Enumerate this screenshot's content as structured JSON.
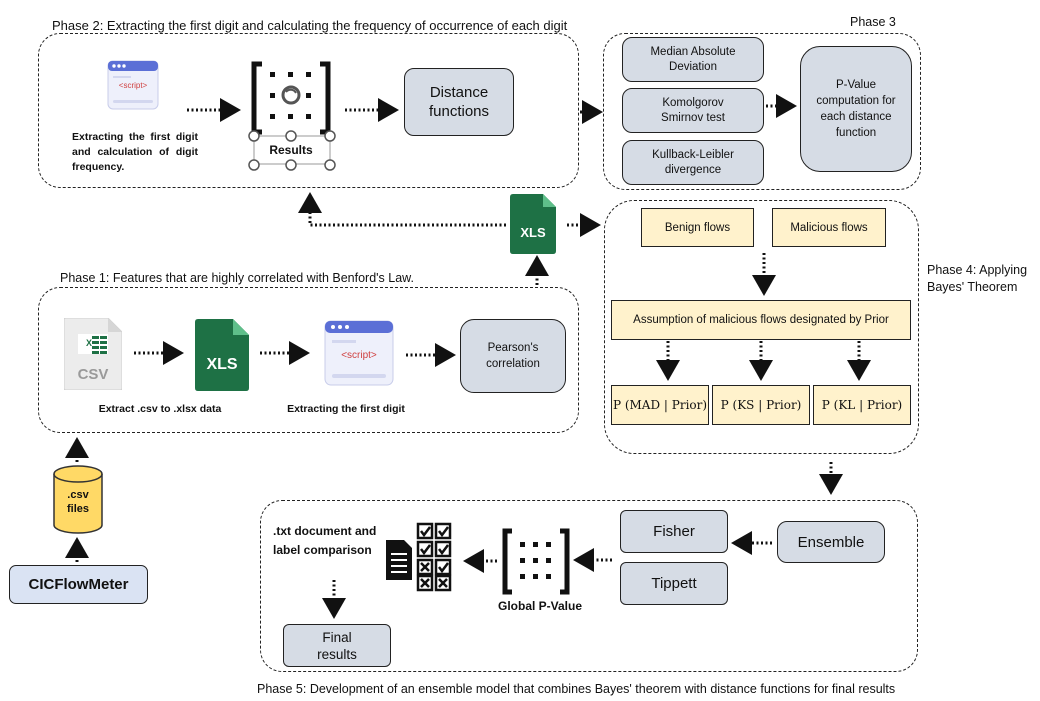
{
  "phase1": {
    "title": "Phase 1: Features that are highly correlated with Benford's Law.",
    "csv_icon_text": "CSV",
    "xls_icon_text": "XLS",
    "script_icon_text": "<script>",
    "caption_extract": "Extract .csv to .xlsx data",
    "caption_first_digit": "Extracting the first digit",
    "pearson": "Pearson's correlation"
  },
  "phase2": {
    "title": "Phase 2: Extracting the first digit and calculating the frequency of occurrence of each digit",
    "script_icon_text": "<script>",
    "caption": "Extracting the first digit and calculation of digit frequency.",
    "results": "Results",
    "distance": "Distance functions"
  },
  "phase3": {
    "title": "Phase 3",
    "mad": "Median Absolute Deviation",
    "ks": "Komolgorov Smirnov test",
    "kl": "Kullback-Leibler divergence",
    "pvalue": "P-Value computation for each distance function"
  },
  "phase4": {
    "title": "Phase 4: Applying Bayes' Theorem",
    "benign": "Benign flows",
    "malicious": "Malicious flows",
    "assumption": "Assumption of malicious flows designated by Prior",
    "p_mad": "P (MAD | Prior)",
    "p_ks": "P (KS | Prior)",
    "p_kl": "P (KL | Prior)"
  },
  "phase5": {
    "title": "Phase 5: Development of an ensemble model that combines Bayes' theorem with distance functions for final results",
    "ensemble": "Ensemble",
    "fisher": "Fisher",
    "tippett": "Tippett",
    "global_pvalue": "Global P-Value",
    "txt_doc": ".txt document and label comparison",
    "final": "Final results"
  },
  "middle_xls": "XLS",
  "csv_files": ".csv files",
  "cicflowmeter": "CICFlowMeter",
  "colors": {
    "gray_box": "#d6dce5",
    "yellow_box": "#fff2cc",
    "cylinder": "#ffd966",
    "xls_green": "#1e7145",
    "cic_blue": "#dae3f3"
  }
}
